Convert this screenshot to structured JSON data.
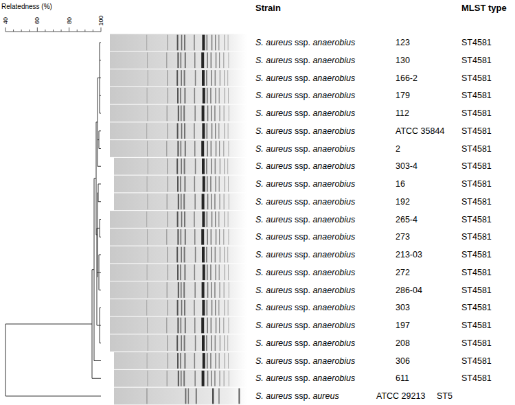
{
  "diagram": {
    "labels": [
      "Relatedness (%)",
      "40",
      "60",
      "80",
      "100",
      "Strain",
      "MLST type",
      "S. aureus ssp. anaerobius",
      "123",
      "ST4581",
      "S. aureus ssp. anaerobius",
      "130",
      "ST4581",
      "S. aureus ssp. anaerobius",
      "166-2",
      "ST4581",
      "S. aureus ssp. anaerobius",
      "179",
      "ST4581",
      "S. aureus ssp. anaerobius",
      "112",
      "ST4581",
      "S. aureus ssp. anaerobius",
      "ATCC 35844",
      "ST4581",
      "S. aureus ssp. anaerobius",
      "2",
      "ST4581",
      "S. aureus ssp. anaerobius",
      "303-4",
      "ST4581",
      "S. aureus ssp. anaerobius",
      "16",
      "ST4581",
      "S. aureus ssp. anaerobius",
      "192",
      "ST4581",
      "S. aureus ssp. anaerobius",
      "265-4",
      "ST4581",
      "S. aureus ssp. anaerobius",
      "273",
      "ST4581",
      "S. aureus ssp. anaerobius",
      "213-03",
      "ST4581",
      "S. aureus ssp. anaerobius",
      "272",
      "ST4581",
      "S. aureus ssp. anaerobius",
      "286-04",
      "ST4581",
      "S. aureus ssp. anaerobius",
      "303",
      "ST4581",
      "S. aureus ssp. anaerobius",
      "197",
      "ST4581",
      "S. aureus ssp. anaerobius",
      "208",
      "ST4581",
      "S. aureus ssp. anaerobius",
      "306",
      "ST4581",
      "S. aureus ssp. anaerobius",
      "611",
      "ST4581",
      "S. aureus ssp. aureus",
      "ATCC 29213",
      "ST5"
    ]
  }
}
